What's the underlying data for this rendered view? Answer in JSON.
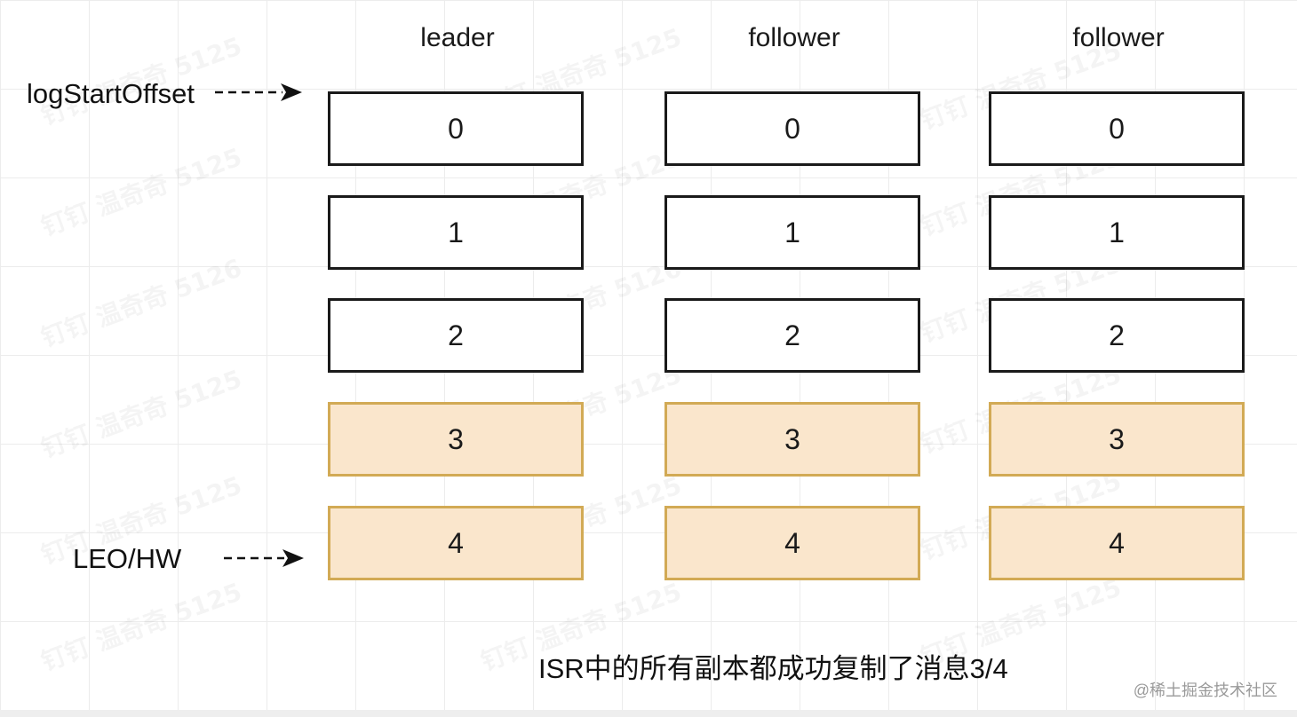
{
  "columns": [
    {
      "header": "leader",
      "cells": [
        "0",
        "1",
        "2",
        "3",
        "4"
      ]
    },
    {
      "header": "follower",
      "cells": [
        "0",
        "1",
        "2",
        "3",
        "4"
      ]
    },
    {
      "header": "follower",
      "cells": [
        "0",
        "1",
        "2",
        "3",
        "4"
      ]
    }
  ],
  "highlighted_rows": [
    3,
    4
  ],
  "pointers": {
    "log_start": "logStartOffset",
    "leo_hw": "LEO/HW"
  },
  "caption": "ISR中的所有副本都成功复制了消息3/4",
  "credit": "@稀土掘金技术社区",
  "watermark_texts": [
    "钉钉 温奇奇 5125",
    "钉钉 温奇奇 5126"
  ],
  "colors": {
    "highlight_fill": "#fae6cc",
    "highlight_border": "#d2aa55",
    "cell_border": "#1a1a1a"
  }
}
